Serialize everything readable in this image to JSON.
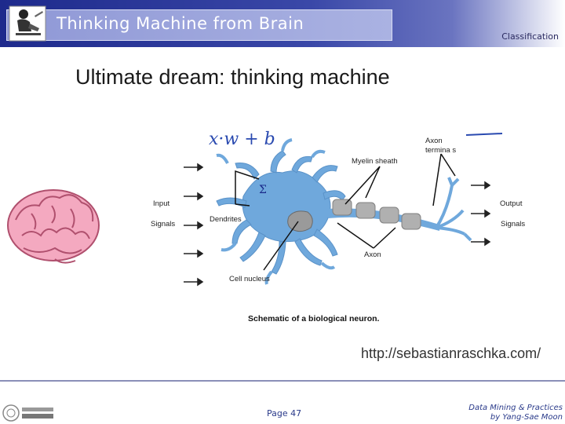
{
  "header": {
    "title": "Thinking Machine from Brain",
    "classification": "Classification"
  },
  "slide": {
    "title": "Ultimate dream: thinking machine"
  },
  "diagram": {
    "handwritten_formula": "x·w + b",
    "sigma": "Σ",
    "labels": {
      "input": "Input",
      "input_signals": "Signals",
      "dendrites": "Dendrites",
      "cell_nucleus": "Cell nucleus",
      "myelin_sheath": "Myelin sheath",
      "axon_terminals_1": "Axon",
      "axon_terminals_2": "termina s",
      "axon": "Axon",
      "output": "Output",
      "output_signals": "Signals"
    },
    "caption": "Schematic of a biological neuron.",
    "source_url": "http://sebastianraschka.com/"
  },
  "footer": {
    "page": "Page 47",
    "course_line1": "Data Mining & Practices",
    "course_line2": "by Yang-Sae Moon"
  },
  "colors": {
    "header_dark": "#1e2a8c",
    "neuron_blue": "#6fa8dc",
    "brain_pink": "#f2a0b8",
    "footer_text": "#2a3a8a"
  }
}
